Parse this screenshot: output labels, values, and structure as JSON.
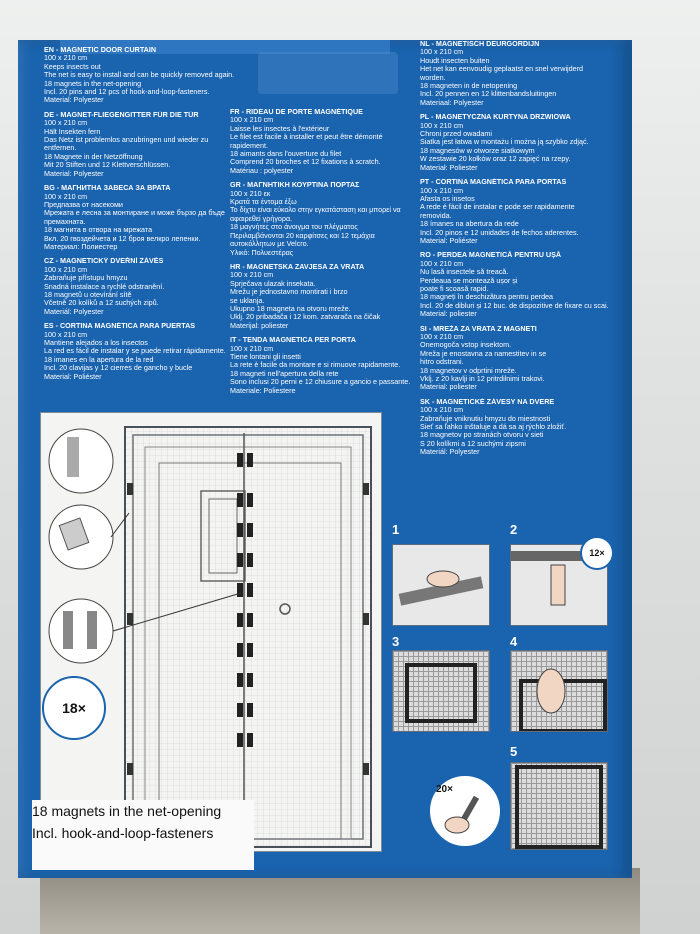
{
  "instructions": {
    "col1": [
      {
        "head": "EN - MAGNETIC DOOR CURTAIN",
        "lines": [
          "100 x 210 cm",
          "Keeps insects out",
          "The net is easy to install and can be quickly removed again.",
          "18 magnets in the net-opening",
          "Incl. 20 pins and 12 pcs of hook-and-loop-fasteners.",
          "Material: Polyester"
        ]
      },
      {
        "head": "DE - MAGNET-FLIEGENGITTER FÜR DIE TÜR",
        "lines": [
          "100 x 210 cm",
          "Hält Insekten fern",
          "Das Netz ist problemlos anzubringen und wieder zu",
          "entfernen.",
          "18 Magnete in der Netzöffnung",
          "Mit 20 Stiften und 12 Klettverschlüssen.",
          "Material: Polyester"
        ]
      },
      {
        "head": "BG - МАГНИТНА ЗАВЕСА ЗА ВРАТА",
        "lines": [
          "100 x 210 cm",
          "Предпазва от насекоми",
          "Мрежата е лесна за монтиране и може бързо да бъде",
          "премахната.",
          "18 магнита в отвора на мрежата",
          "Вкл. 20 гвоздейчета и 12 броя велкро лепенки.",
          "Материал: Полиестер"
        ]
      },
      {
        "head": "CZ - MAGNETICKÝ DVEŘNÍ ZÁVĚS",
        "lines": [
          "100 x 210 cm",
          "Zabraňuje přístupu hmyzu",
          "Snadná instalace a rychlé odstranění.",
          "18 magnetů u otevírání sítě",
          "Včetně 20 kolíků a 12 suchých zipů.",
          "Materiál: Polyester"
        ]
      },
      {
        "head": "ES - CORTINA MAGNÉTICA PARA PUERTAS",
        "lines": [
          "100 x 210 cm",
          "Mantiene alejados a los insectos",
          "La red es fácil de instalar y se puede retirar rápidamente.",
          "18 imanes en la apertura de la red",
          "Incl. 20 clavijas y 12 cierres de gancho y bucle",
          "Material: Poliéster"
        ]
      }
    ],
    "col2": [
      {
        "head": "FR - RIDEAU DE PORTE MAGNÉTIQUE",
        "lines": [
          "100 x 210 cm",
          "Laisse les insectes à l'extérieur",
          "Le filet est facile à installer et peut être démonté",
          "rapidement.",
          "18 aimants dans l'ouverture du filet",
          "Comprend 20 broches et 12 fixations à scratch.",
          "Matériau : polyester"
        ]
      },
      {
        "head": "GR - ΜΑΓΝΗΤΙΚΗ ΚΟΥΡΤΙΝΑ ΠΟΡΤΑΣ",
        "lines": [
          "100 x 210 εκ",
          "Κρατά τα έντομα έξω",
          "Το δίχτυ είναι εύκολο στην εγκατάσταση και μπορεί να",
          "αφαιρεθεί γρήγορα.",
          "18 μαγνήτες στο άνοιγμα του πλέγματος",
          "Περιλαμβάνονται 20 καρφίτσες και 12 τεμάχια",
          "αυτοκόλλητων με Velcro.",
          "Υλικό: Πολυεστέρας"
        ]
      },
      {
        "head": "HR - MAGNETSKA ZAVJESA ZA VRATA",
        "lines": [
          "100 x 210 cm",
          "Sprječava ulazak insekata.",
          "Mrežu je jednostavno montirati i brzo",
          "se uklanja.",
          "Ukupno 18 magneta na otvoru mreže.",
          "Uklj. 20 pribadača i 12 kom. zatvarača na čičak",
          "Materijal: poliester"
        ]
      },
      {
        "head": "IT - TENDA MAGNETICA PER PORTA",
        "lines": [
          "100 x 210 cm",
          "Tiene lontani gli insetti",
          "La rete è facile da montare e si rimuove rapidamente.",
          "18 magneti nell'apertura della rete",
          "Sono inclusi 20 perni e 12 chiusure a gancio e passante.",
          "Materiale: Poliestere"
        ]
      }
    ],
    "col3": [
      {
        "head": "NL - MAGNETISCH DEURGORDIJN",
        "lines": [
          "100 x 210 cm",
          "Houdt insecten buiten",
          "Het net kan eenvoudig geplaatst en snel verwijderd",
          "worden.",
          "18 magneten in de netopening",
          "Incl. 20 pennen en 12 klittenbandsluitingen",
          "Materiaal: Polyester"
        ]
      },
      {
        "head": "PL - MAGNETYCZNA KURTYNA DRZWIOWA",
        "lines": [
          "100 x 210 cm",
          "Chroni przed owadami",
          "Siatka jest łatwa w montażu i można ją szybko zdjąć.",
          "18 magnesów w otworze siatkowym",
          "W zestawie 20 kołków oraz 12 zapięć na rzepy.",
          "Materiał: Poliester"
        ]
      },
      {
        "head": "PT - CORTINA MAGNÉTICA PARA PORTAS",
        "lines": [
          "100 x 210 cm",
          "Afasta os insetos",
          "A rede é fácil de instalar e pode ser rapidamente",
          "removida.",
          "18 ímanes na abertura da rede",
          "Incl. 20 pinos e 12 unidades de fechos aderentes.",
          "Material: Poliéster"
        ]
      },
      {
        "head": "RO - PERDEA MAGNETICĂ PENTRU UȘĂ",
        "lines": [
          "100 x 210 cm",
          "Nu lasă insectele să treacă.",
          "Perdeaua se montează ușor și",
          "poate fi scoasă rapid.",
          "18 magneți în deschizătura pentru perdea",
          "Incl. 20 de dibluri și 12 buc. de dispozitive de fixare cu scai.",
          "Material: poliester"
        ]
      },
      {
        "head": "SI - MREŽA ZA VRATA Z MAGNETI",
        "lines": [
          "100 x 210 cm",
          "Onemogoča vstop insektom.",
          "Mreža je enostavna za namestitev in se",
          "hitro odstrani.",
          "18 magnetov v odprtini mreže.",
          "Vklj. z 20 kavlji in 12 pritrdilnimi trakovi.",
          "Material: poliester"
        ]
      },
      {
        "head": "SK - MAGNETICKÉ ZÁVESY NA DVERE",
        "lines": [
          "100 x 210 cm",
          "Zabraňuje vniknutiu hmyzu do miestnosti",
          "Sieť sa ľahko inštaluje a dá sa aj rýchlo zložiť.",
          "18 magnetov po stranách otvoru v sieti",
          "S 20 kolíkmi a 12 suchými zipsmi",
          "Materiál: Polyester"
        ]
      }
    ]
  },
  "caption": {
    "line1": "18 magnets in the net-opening",
    "line2": "Incl. hook-and-loop-fasteners"
  },
  "badges": {
    "magnets": "18×",
    "velcro": "12×",
    "pins": "20×"
  },
  "steps": [
    "1",
    "2",
    "3",
    "4",
    "5"
  ],
  "colors": {
    "box_blue": "#1a63ae",
    "text": "#ffffff"
  }
}
